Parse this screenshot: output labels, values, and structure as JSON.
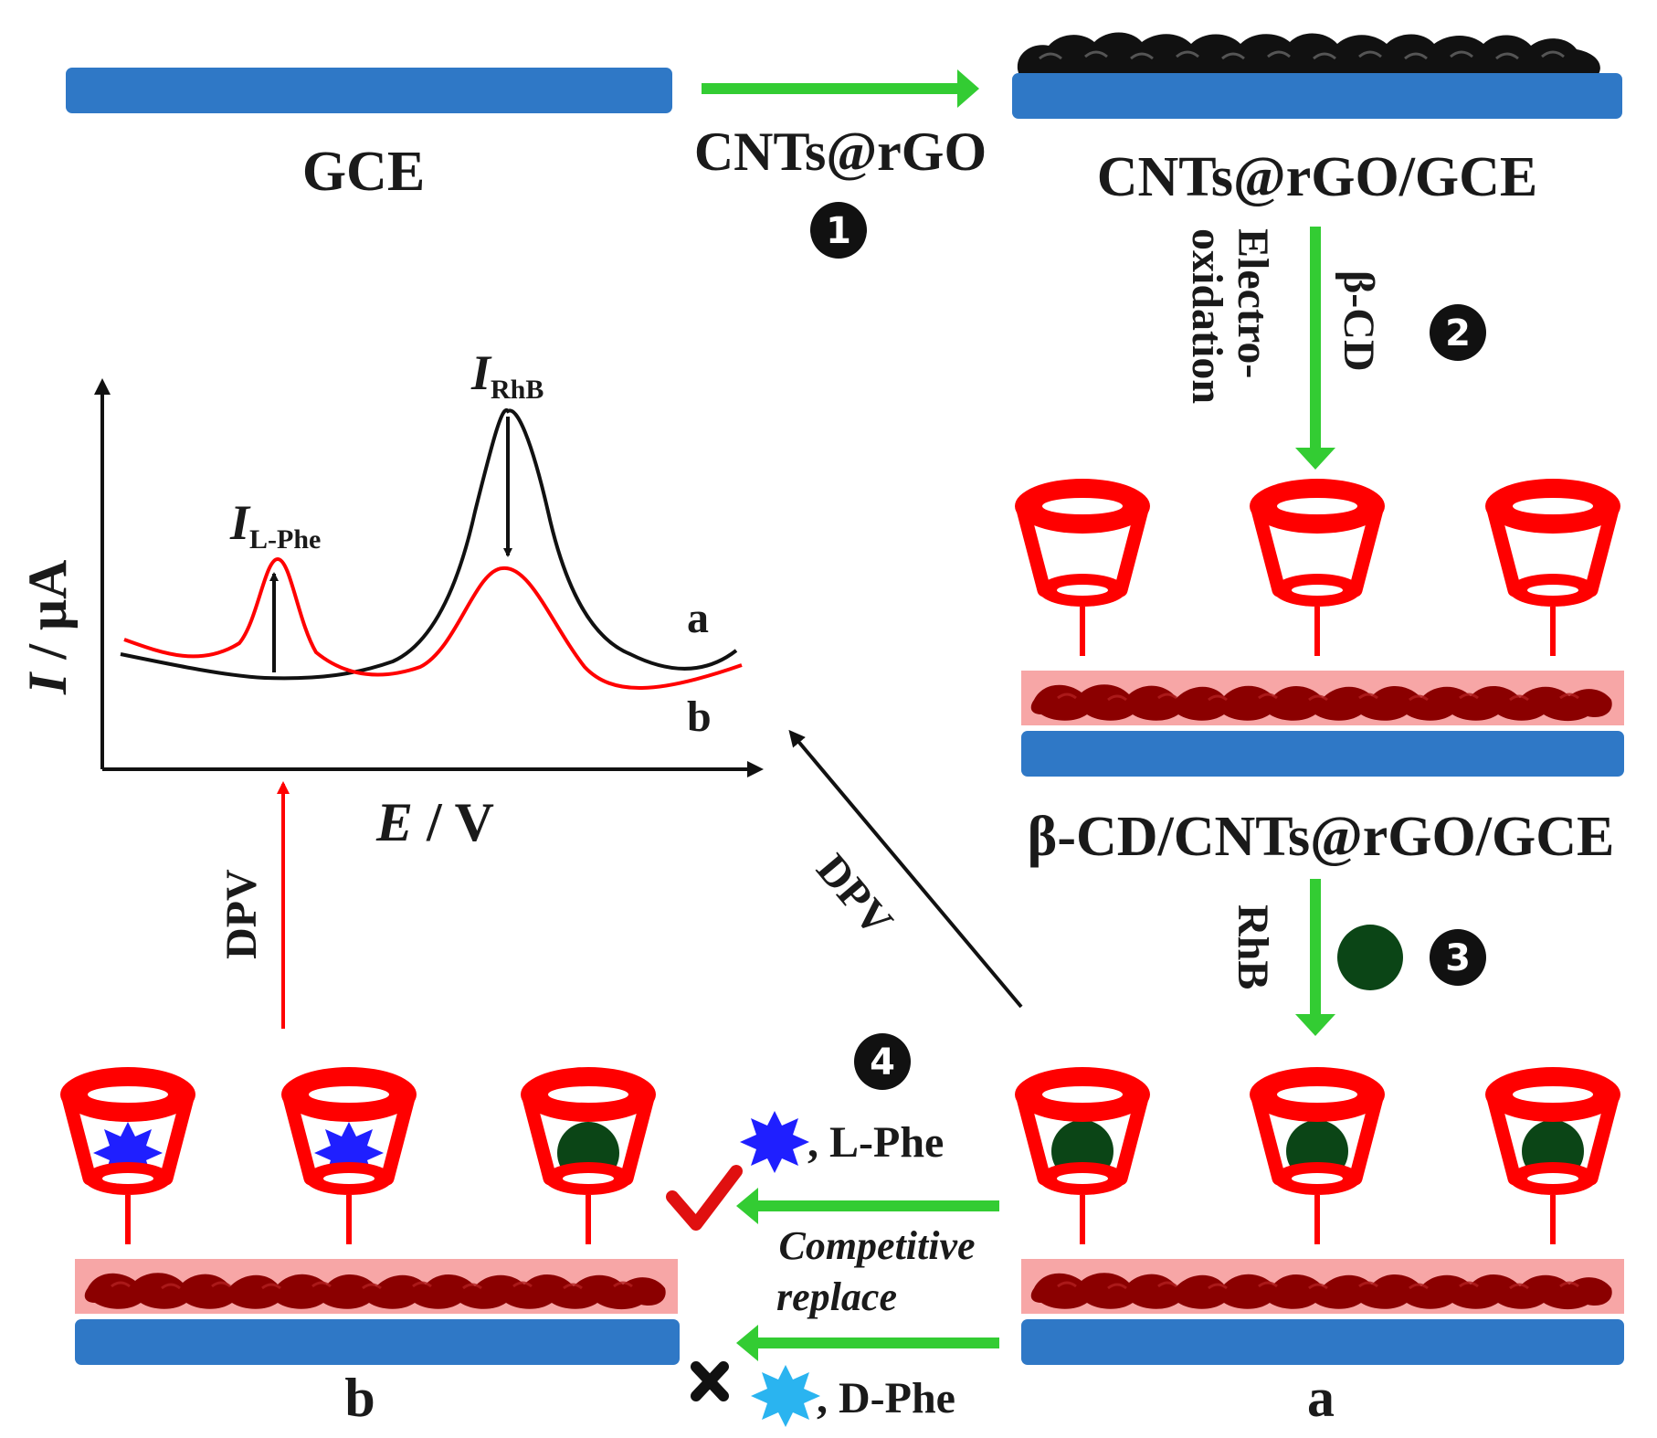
{
  "labels": {
    "gce": "GCE",
    "cnts_rgo": "CNTs@rGO",
    "cnts_rgo_gce": "CNTs@rGO/GCE",
    "electro": "Electro-",
    "oxidation": "oxidation",
    "beta_cd": "β-CD",
    "beta_cd_full": "β-CD/CNTs@rGO/GCE",
    "rhb": "RhB",
    "dpv": "DPV",
    "l_phe": ", L-Phe",
    "d_phe": ", D-Phe",
    "competitive": "Competitive",
    "replace": "replace",
    "electrode_a": "a",
    "electrode_b": "b"
  },
  "steps": [
    "1",
    "2",
    "3",
    "4"
  ],
  "plot": {
    "y_axis_i": "I",
    "y_axis_rest": " / μA",
    "x_axis_e": "E",
    "x_axis_rest": " / V",
    "peak_rhb_i": "I",
    "peak_rhb_sub": "RhB",
    "peak_lphe_i": "I",
    "peak_lphe_sub": "L-Phe",
    "curve_a": "a",
    "curve_b": "b"
  },
  "colors": {
    "electrode": "#2f78c6",
    "cd": "#ff0000",
    "film_bg": "#f7a6a6",
    "film": "#8b0000",
    "rhb": "#0b4516",
    "l_phe": "#1f1fff",
    "d_phe": "#2ab4f0",
    "arrow_green": "#33cc33",
    "curve_a": "#111111",
    "curve_b": "#ff0000"
  }
}
